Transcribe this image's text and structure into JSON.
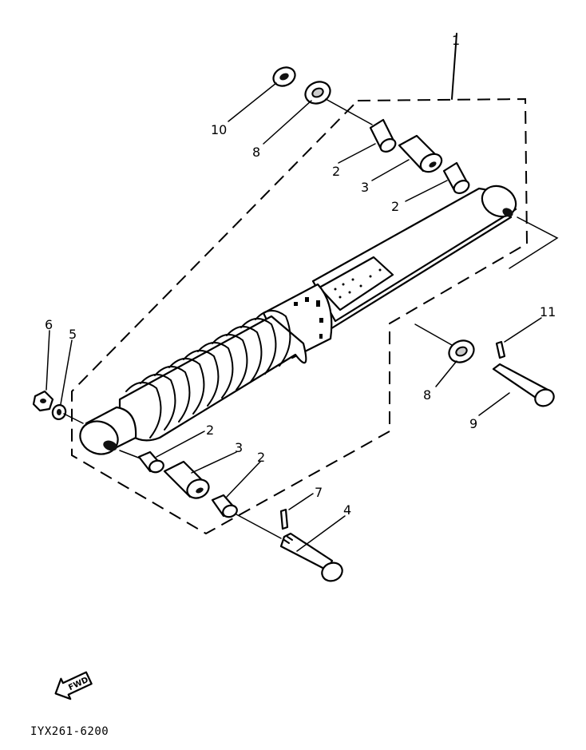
{
  "diagram": {
    "drawing_code": "IYX261-6200",
    "direction_arrow": {
      "label": "FWD",
      "icon": "forward-arrow-icon"
    },
    "callouts": [
      {
        "id": "1",
        "label": "1"
      },
      {
        "id": "10",
        "label": "10"
      },
      {
        "id": "8a",
        "label": "8"
      },
      {
        "id": "2a",
        "label": "2"
      },
      {
        "id": "3a",
        "label": "3"
      },
      {
        "id": "2b",
        "label": "2"
      },
      {
        "id": "6",
        "label": "6"
      },
      {
        "id": "5",
        "label": "5"
      },
      {
        "id": "11",
        "label": "11"
      },
      {
        "id": "8b",
        "label": "8"
      },
      {
        "id": "9",
        "label": "9"
      },
      {
        "id": "2c",
        "label": "2"
      },
      {
        "id": "3b",
        "label": "3"
      },
      {
        "id": "2d",
        "label": "2"
      },
      {
        "id": "7",
        "label": "7"
      },
      {
        "id": "4",
        "label": "4"
      }
    ]
  }
}
